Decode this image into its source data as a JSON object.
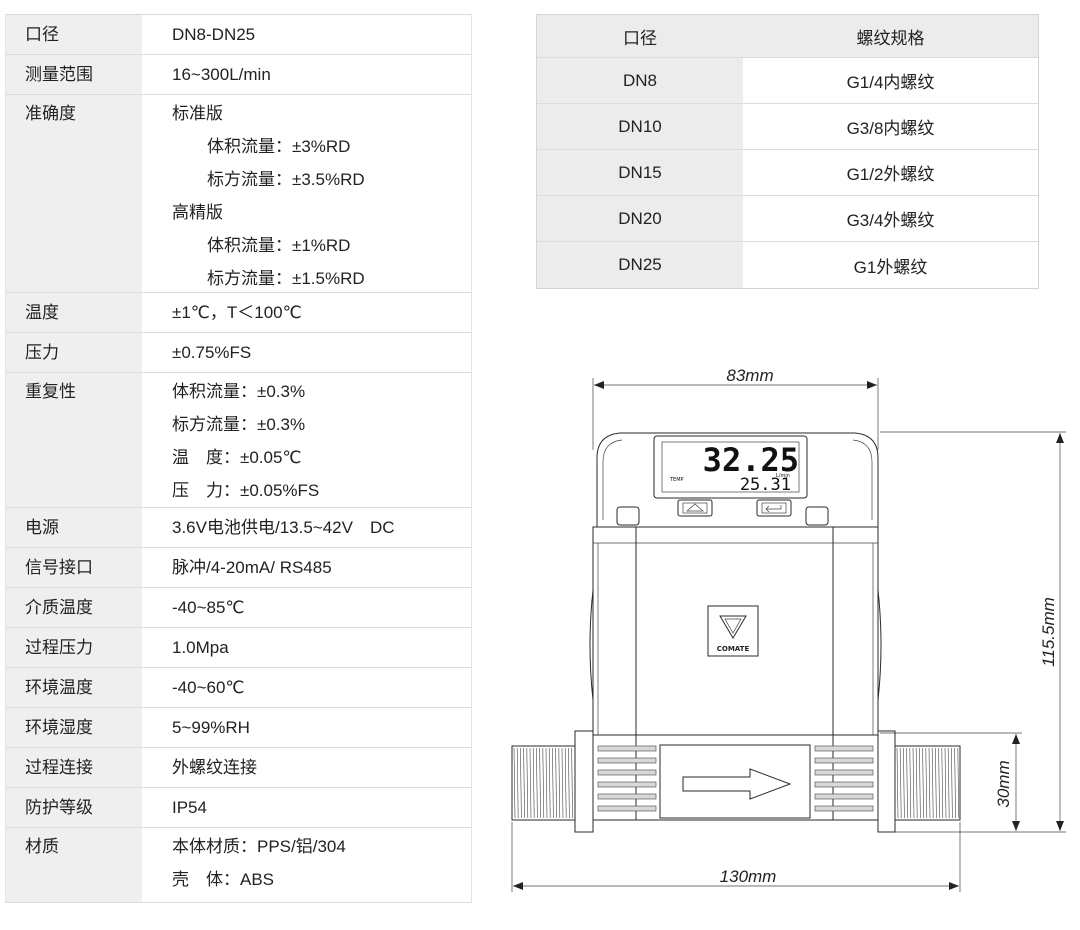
{
  "spec": {
    "rows": [
      {
        "label": "口径",
        "lines": [
          "DN8-DN25"
        ]
      },
      {
        "label": "测量范围",
        "lines": [
          "16~300L/min"
        ]
      },
      {
        "label": "准确度",
        "lines": [
          "标准版",
          "体积流量：±3%RD",
          "标方流量：±3.5%RD",
          "高精版",
          "体积流量：±1%RD",
          "标方流量：±1.5%RD"
        ]
      },
      {
        "label": "温度",
        "lines": [
          "±1℃，T＜100℃"
        ]
      },
      {
        "label": "压力",
        "lines": [
          "±0.75%FS"
        ]
      },
      {
        "label": "重复性",
        "lines": [
          "体积流量：±0.3%",
          "标方流量：±0.3%",
          "温　度：±0.05℃",
          "压　力：±0.05%FS"
        ]
      },
      {
        "label": "电源",
        "lines": [
          "3.6V电池供电/13.5~42V　DC"
        ]
      },
      {
        "label": "信号接口",
        "lines": [
          "脉冲/4-20mA/ RS485"
        ]
      },
      {
        "label": "介质温度",
        "lines": [
          "-40~85℃"
        ]
      },
      {
        "label": "过程压力",
        "lines": [
          "1.0Mpa"
        ]
      },
      {
        "label": "环境温度",
        "lines": [
          "-40~60℃"
        ]
      },
      {
        "label": "环境湿度",
        "lines": [
          "5~99%RH"
        ]
      },
      {
        "label": "过程连接",
        "lines": [
          "外螺纹连接"
        ]
      },
      {
        "label": "防护等级",
        "lines": [
          "IP54"
        ]
      },
      {
        "label": "材质",
        "lines": [
          "本体材质：PPS/铝/304",
          "壳　体：ABS"
        ]
      }
    ]
  },
  "thread_table": {
    "headers": [
      "口径",
      "螺纹规格"
    ],
    "rows": [
      [
        "DN8",
        "G1/4内螺纹"
      ],
      [
        "DN10",
        "G3/8内螺纹"
      ],
      [
        "DN15",
        "G1/2外螺纹"
      ],
      [
        "DN20",
        "G3/4外螺纹"
      ],
      [
        "DN25",
        "G1外螺纹"
      ]
    ]
  },
  "drawing": {
    "width_label": "83mm",
    "height_label": "115.5mm",
    "pipe_height_label": "30mm",
    "length_label": "130mm",
    "display": {
      "primary": "32.25",
      "secondary": "25.31",
      "temp_label": "TEMP",
      "unit": "L/min"
    },
    "logo": "COMATE"
  }
}
